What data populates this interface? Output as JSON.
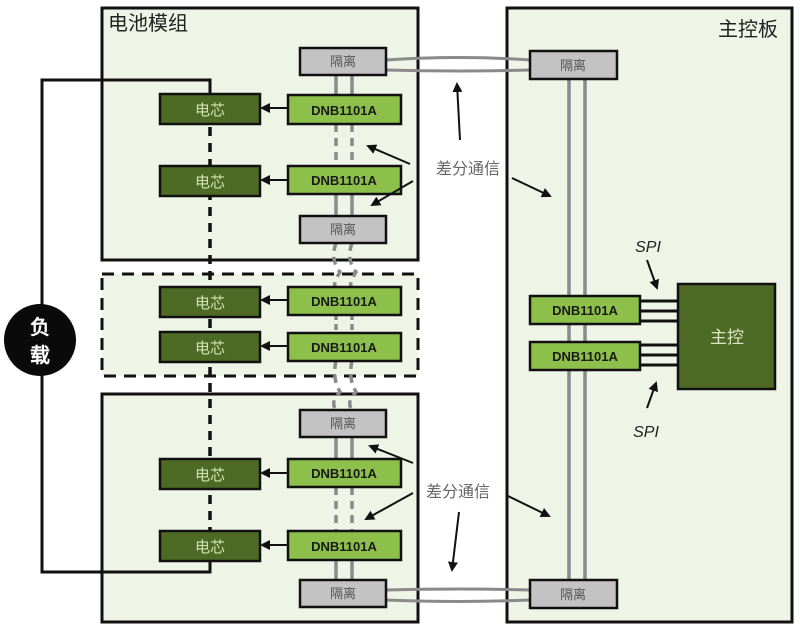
{
  "battery_module": {
    "title": "电池模组",
    "top_group": {
      "isolator_top": "隔离",
      "isolator_bottom": "隔离",
      "cells": [
        "电芯",
        "电芯"
      ],
      "monitors": [
        "DNB1101A",
        "DNB1101A"
      ]
    },
    "middle_group": {
      "cells": [
        "电芯",
        "电芯"
      ],
      "monitors": [
        "DNB1101A",
        "DNB1101A"
      ]
    },
    "bottom_group": {
      "isolator_top": "隔离",
      "isolator_bottom": "隔离",
      "cells": [
        "电芯",
        "电芯"
      ],
      "monitors": [
        "DNB1101A",
        "DNB1101A"
      ]
    }
  },
  "load": {
    "label_line1": "负",
    "label_line2": "载"
  },
  "main_board": {
    "title": "主控板",
    "isolator_top": "隔离",
    "isolator_bottom": "隔离",
    "monitors": [
      "DNB1101A",
      "DNB1101A"
    ],
    "controller": "主控",
    "spi_top": "SPI",
    "spi_bottom": "SPI"
  },
  "annotations": {
    "diff_comm_top": "差分通信",
    "diff_comm_bottom": "差分通信"
  },
  "colors": {
    "panel_bg": "#eef4e6",
    "cell_fill": "#4e6b26",
    "cell_text": "#cfe3b0",
    "monitor_fill": "#8cc04a",
    "isolator_fill": "#c3c3c3",
    "wire_gray": "#8a8a8a"
  }
}
